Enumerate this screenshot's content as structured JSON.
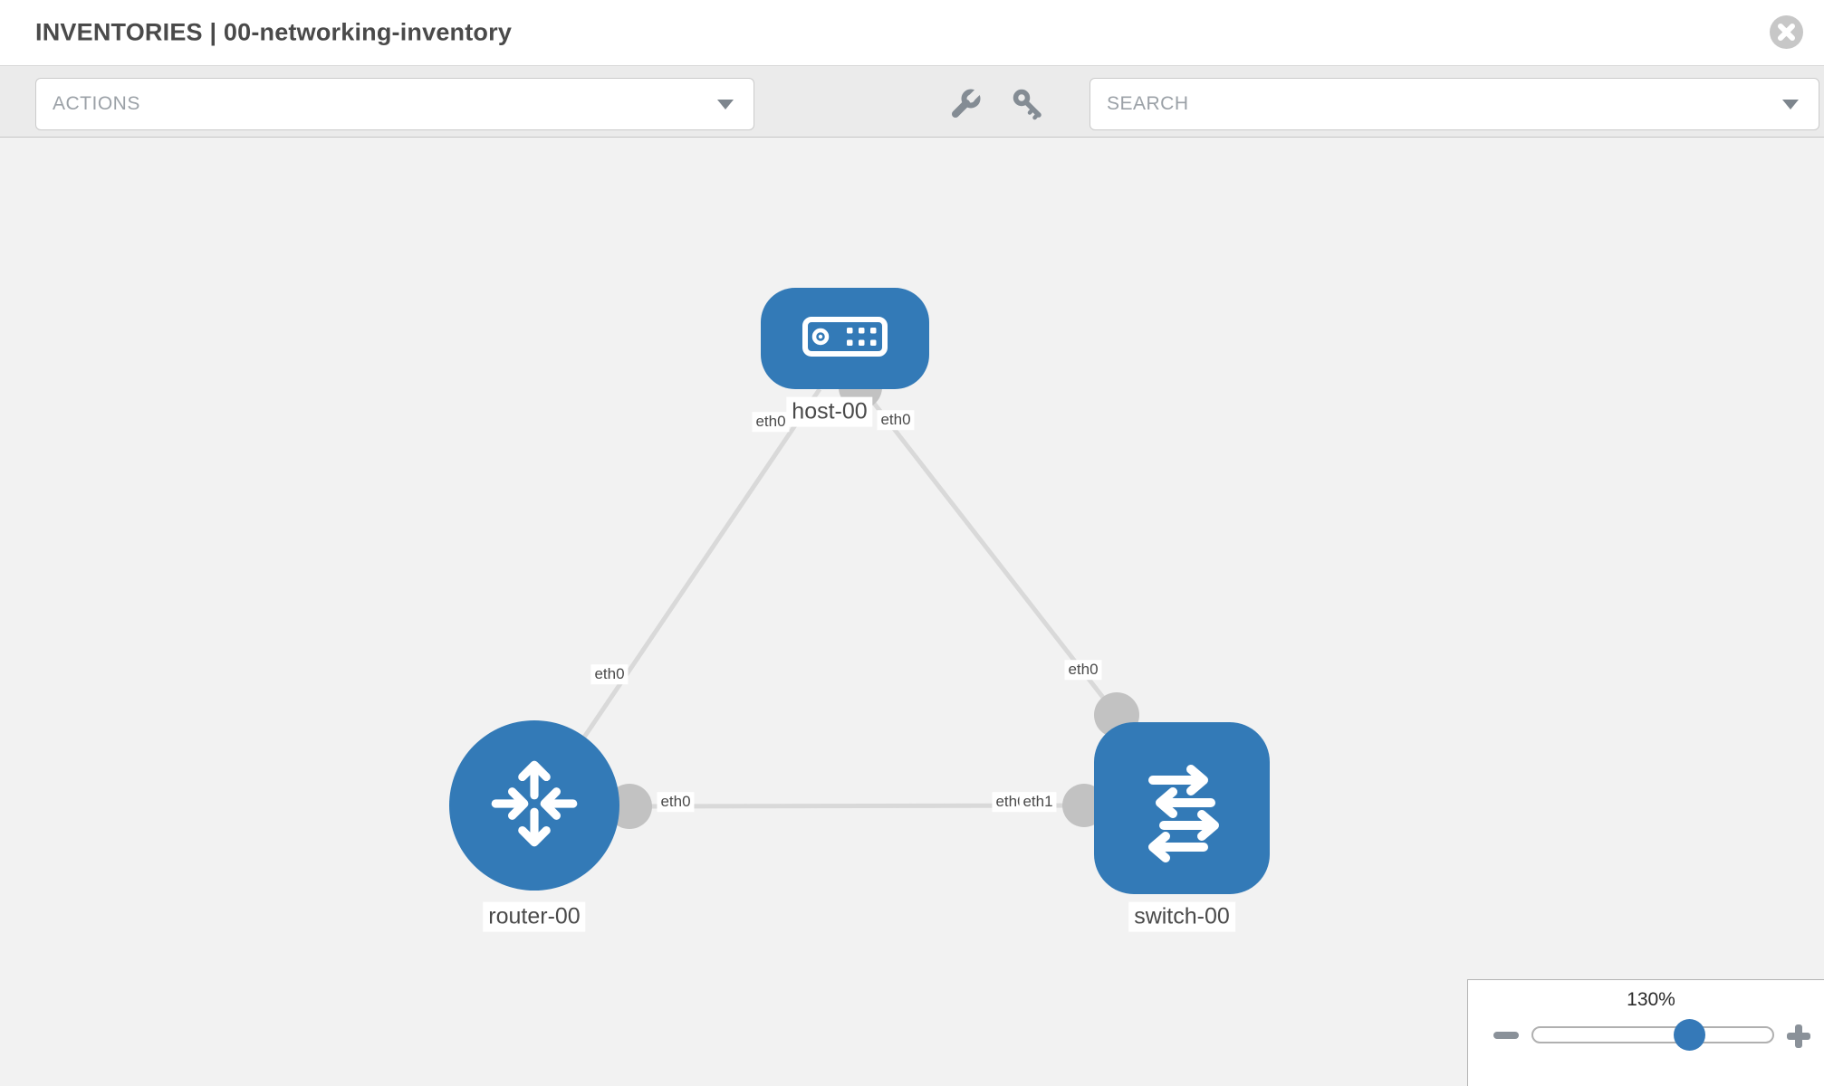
{
  "header": {
    "title": "INVENTORIES | 00-networking-inventory"
  },
  "toolbar": {
    "actions_label": "ACTIONS",
    "search_label": "SEARCH",
    "icons": [
      "wrench-icon",
      "key-icon"
    ]
  },
  "topology": {
    "nodes": [
      {
        "label": "host-00",
        "type": "host",
        "shape": "rounded-rect",
        "color": "#337ab7"
      },
      {
        "label": "router-00",
        "type": "router",
        "shape": "circle",
        "color": "#337ab7"
      },
      {
        "label": "switch-00",
        "type": "switch",
        "shape": "rounded-square",
        "color": "#337ab7"
      }
    ],
    "links": [
      {
        "from": "host-00",
        "from_if": "eth0",
        "to": "router-00",
        "to_if": "eth0"
      },
      {
        "from": "host-00",
        "from_if": "eth0",
        "to": "switch-00",
        "to_if": "eth0"
      },
      {
        "from": "router-00",
        "from_if": "eth0",
        "to": "switch-00",
        "to_if": "eth1"
      }
    ],
    "labels": {
      "host": "host-00",
      "router": "router-00",
      "switch": "switch-00",
      "host_if_left": "eth0",
      "host_if_right": "eth0",
      "router_if_top": "eth0",
      "switch_if_top": "eth0",
      "mid_if_router": "eth0",
      "mid_if_switch_under": "eth0",
      "mid_if_switch_over": "eth1"
    }
  },
  "zoom": {
    "level": "130%"
  },
  "colors": {
    "node_blue": "#337ab7",
    "link_gray": "#d9d9d9",
    "connector_gray": "#c2c2c2",
    "canvas_bg": "#f2f2f2",
    "toolbar_bg": "#ebebeb",
    "icon_gray": "#848c94"
  }
}
